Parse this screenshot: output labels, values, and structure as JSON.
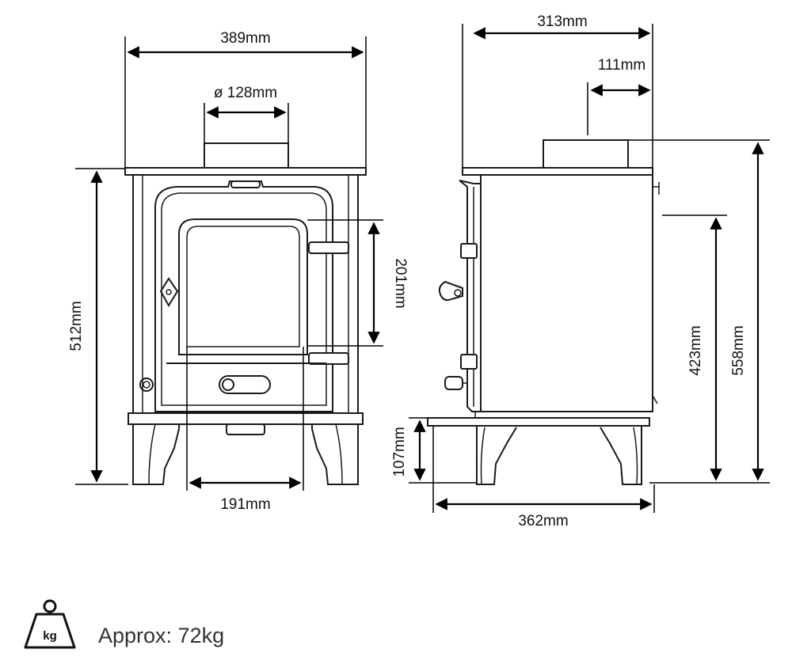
{
  "dimensions": {
    "front_width": "389mm",
    "flue_diameter": "ø 128mm",
    "front_height": "512mm",
    "door_height": "201mm",
    "door_width": "191mm",
    "side_depth_top": "313mm",
    "flue_offset": "111mm",
    "side_height_total": "558mm",
    "flue_height": "423mm",
    "leg_height": "107mm",
    "side_depth_base": "362mm"
  },
  "weight": {
    "icon_label": "kg",
    "text": "Approx: 72kg"
  },
  "icons": {
    "weight": "kettlebell-weight-icon"
  },
  "colors": {
    "line": "#1a1a1a",
    "text": "#111111",
    "weight_text": "#333333"
  }
}
